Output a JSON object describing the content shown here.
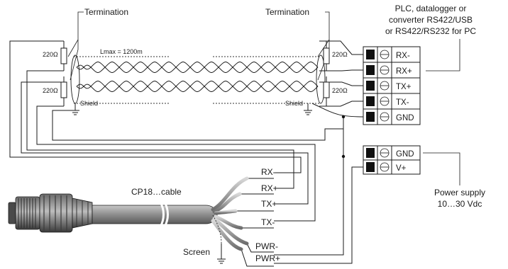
{
  "labels": {
    "termination_left": "Termination",
    "termination_right": "Termination",
    "plc_line1": "PLC, datalogger or",
    "plc_line2": "converter RS422/USB",
    "plc_line3": "or RS422/RS232 for PC",
    "lmax": "Lmax = 1200m",
    "r_top_left": "220Ω",
    "r_bot_left": "220Ω",
    "r_top_right": "220Ω",
    "r_bot_right": "220Ω",
    "shield_left": "Shield",
    "shield_right": "Shield",
    "cable": "CP18…cable",
    "screen": "Screen",
    "psu_line1": "Power supply",
    "psu_line2": "10…30 Vdc"
  },
  "wires": {
    "rx_minus": "RX-",
    "rx_plus": "RX+",
    "tx_plus": "TX+",
    "tx_minus": "TX-",
    "pwr_minus": "PWR-",
    "pwr_plus": "PWR+"
  },
  "plc_terminals": [
    "RX-",
    "RX+",
    "TX+",
    "TX-",
    "GND"
  ],
  "psu_terminals": [
    "GND",
    "V+"
  ]
}
